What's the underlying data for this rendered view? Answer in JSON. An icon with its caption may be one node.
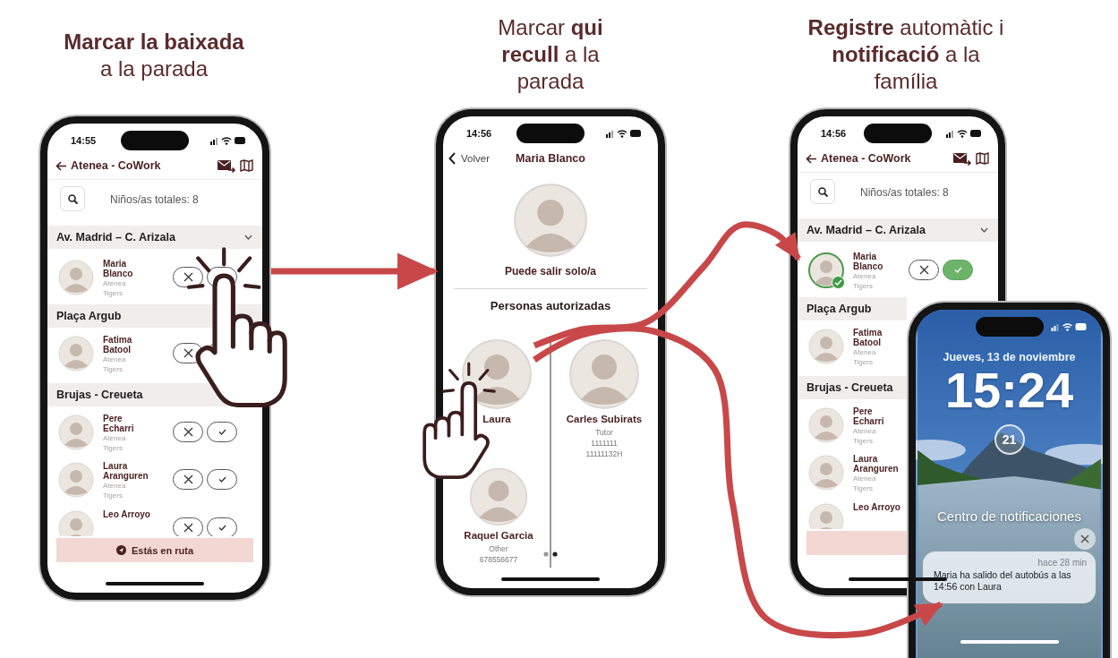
{
  "diagram": {
    "nodes": [
      {
        "text": [
          "14:55",
          "Atenea - CoWork",
          "Niños/as totales: 8",
          "Av. Madrid – C. Arizala",
          "Plaça Argub",
          "Brujas - Creueta",
          "Estás en ruta"
        ]
      },
      {
        "in": 0,
        "text": [
          "Maria Blanco",
          "Atenea",
          "Tigers"
        ]
      },
      {
        "in": 0,
        "text": [
          "Fatima Batool",
          "Atenea",
          "Tigers"
        ]
      },
      {
        "in": 0,
        "text": [
          "Pere Echarri",
          "Atenea",
          "Tigers"
        ]
      },
      {
        "in": 0,
        "text": [
          "Laura Aranguren",
          "Atenea",
          "Tigers"
        ]
      },
      {
        "in": 0,
        "text": [
          "Leo Arroyo"
        ]
      },
      {
        "text": [
          "14:56",
          "Volver",
          "Maria Blanco",
          "Puede salir solo/a",
          "Personas autorizadas"
        ]
      },
      {
        "in": 6,
        "text": [
          "Laura"
        ]
      },
      {
        "in": 6,
        "text": [
          "Carles Subirats",
          "Tutor",
          "1111111",
          "11111132H"
        ]
      },
      {
        "in": 6,
        "text": [
          "Raquel Garcia",
          "Other",
          "678556677"
        ]
      },
      {
        "text": [
          "14:56",
          "Atenea - CoWork",
          "Niños/as totales: 8",
          "Av. Madrid – C. Arizala",
          "Plaça Argub",
          "Brujas - Creueta"
        ]
      },
      {
        "in": 10,
        "text": [
          "Maria Blanco",
          "Atenea",
          "Tigers"
        ]
      },
      {
        "in": 10,
        "text": [
          "Fatima Batool",
          "Atenea",
          "Tigers"
        ]
      },
      {
        "in": 10,
        "text": [
          "Pere Echarri",
          "Atenea",
          "Tigers"
        ]
      },
      {
        "in": 10,
        "text": [
          "Laura Aranguren",
          "Atenea",
          "Tigers"
        ]
      },
      {
        "in": 10,
        "text": [
          "Leo Arroyo"
        ]
      },
      {
        "text": [
          "Jueves, 13 de noviembre",
          "15:24",
          "21",
          "Centro de notificaciones"
        ]
      },
      {
        "in": 16,
        "text": [
          "hace 28 min",
          "Maria ha salido del autobús a las 14:56 con Laura"
        ]
      }
    ],
    "edges": [
      {
        "from": 0,
        "to": 6,
        "arrow": "to"
      },
      {
        "from": 7,
        "to": 11,
        "arrow": "to"
      },
      {
        "from": 7,
        "to": 17,
        "arrow": "to"
      }
    ],
    "labels": [
      "**Marcar la baixada** a la parada",
      "Marcar **qui recull** a la parada",
      "**Registre** automàtic i **notificació** a la família"
    ]
  }
}
